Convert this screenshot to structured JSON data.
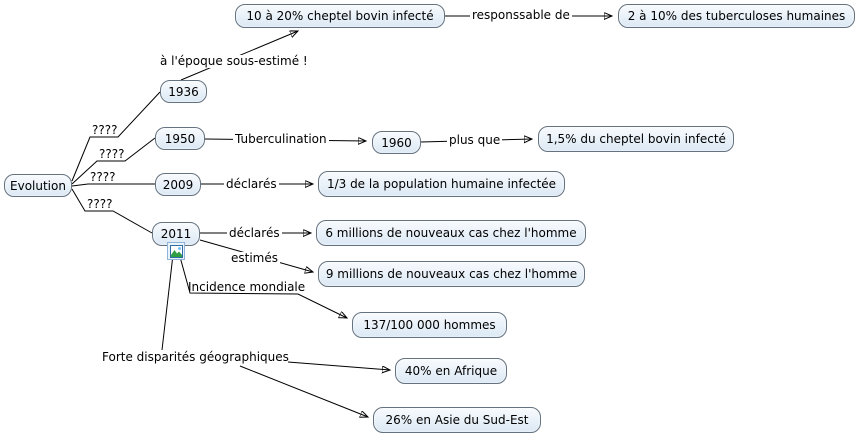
{
  "colors": {
    "background": "#ffffff",
    "node_border": "#65727f",
    "node_fill_top": "#f8fbfe",
    "node_fill_bottom": "#dbe8f4",
    "edge": "#000000",
    "icon_selection_frame": "#8fb3d9"
  },
  "mindmap": {
    "nodes": {
      "evolution": "Evolution",
      "y1936": "1936",
      "y1950": "1950",
      "y1960": "1960",
      "y2009": "2009",
      "y2011": "2011",
      "cheptel_infecte_10_20": "10 à 20% cheptel bovin infecté",
      "tuberculoses_humaines_2_10": "2 à 10% des tuberculoses humaines",
      "cheptel_infecte_1_5": "1,5% du cheptel bovin infecté",
      "population_humaine_infectee": "1/3 de la population humaine infectée",
      "nouveaux_cas_declares": "6 millions de nouveaux cas chez l'homme",
      "nouveaux_cas_estimes": "9 millions de nouveaux cas chez l'homme",
      "incidence_valeur": "137/100 000 hommes",
      "afrique": "40% en Afrique",
      "asie_sud_est": "26% en Asie du Sud-Est"
    },
    "labels": {
      "sous_estime": "à l'époque sous-estimé !",
      "q1": "????",
      "q2": "????",
      "q3": "????",
      "q4": "????",
      "responsable": "responssable de",
      "tuberculination": "Tuberculination",
      "plus_que": "plus que",
      "declares_2009": "déclarés",
      "declares_2011": "déclarés",
      "estimes": "estimés",
      "incidence_mondiale": "Incidence mondiale",
      "disparites": "Forte disparités géographiques"
    },
    "icons": {
      "node_2011_icon": "image-icon"
    }
  }
}
